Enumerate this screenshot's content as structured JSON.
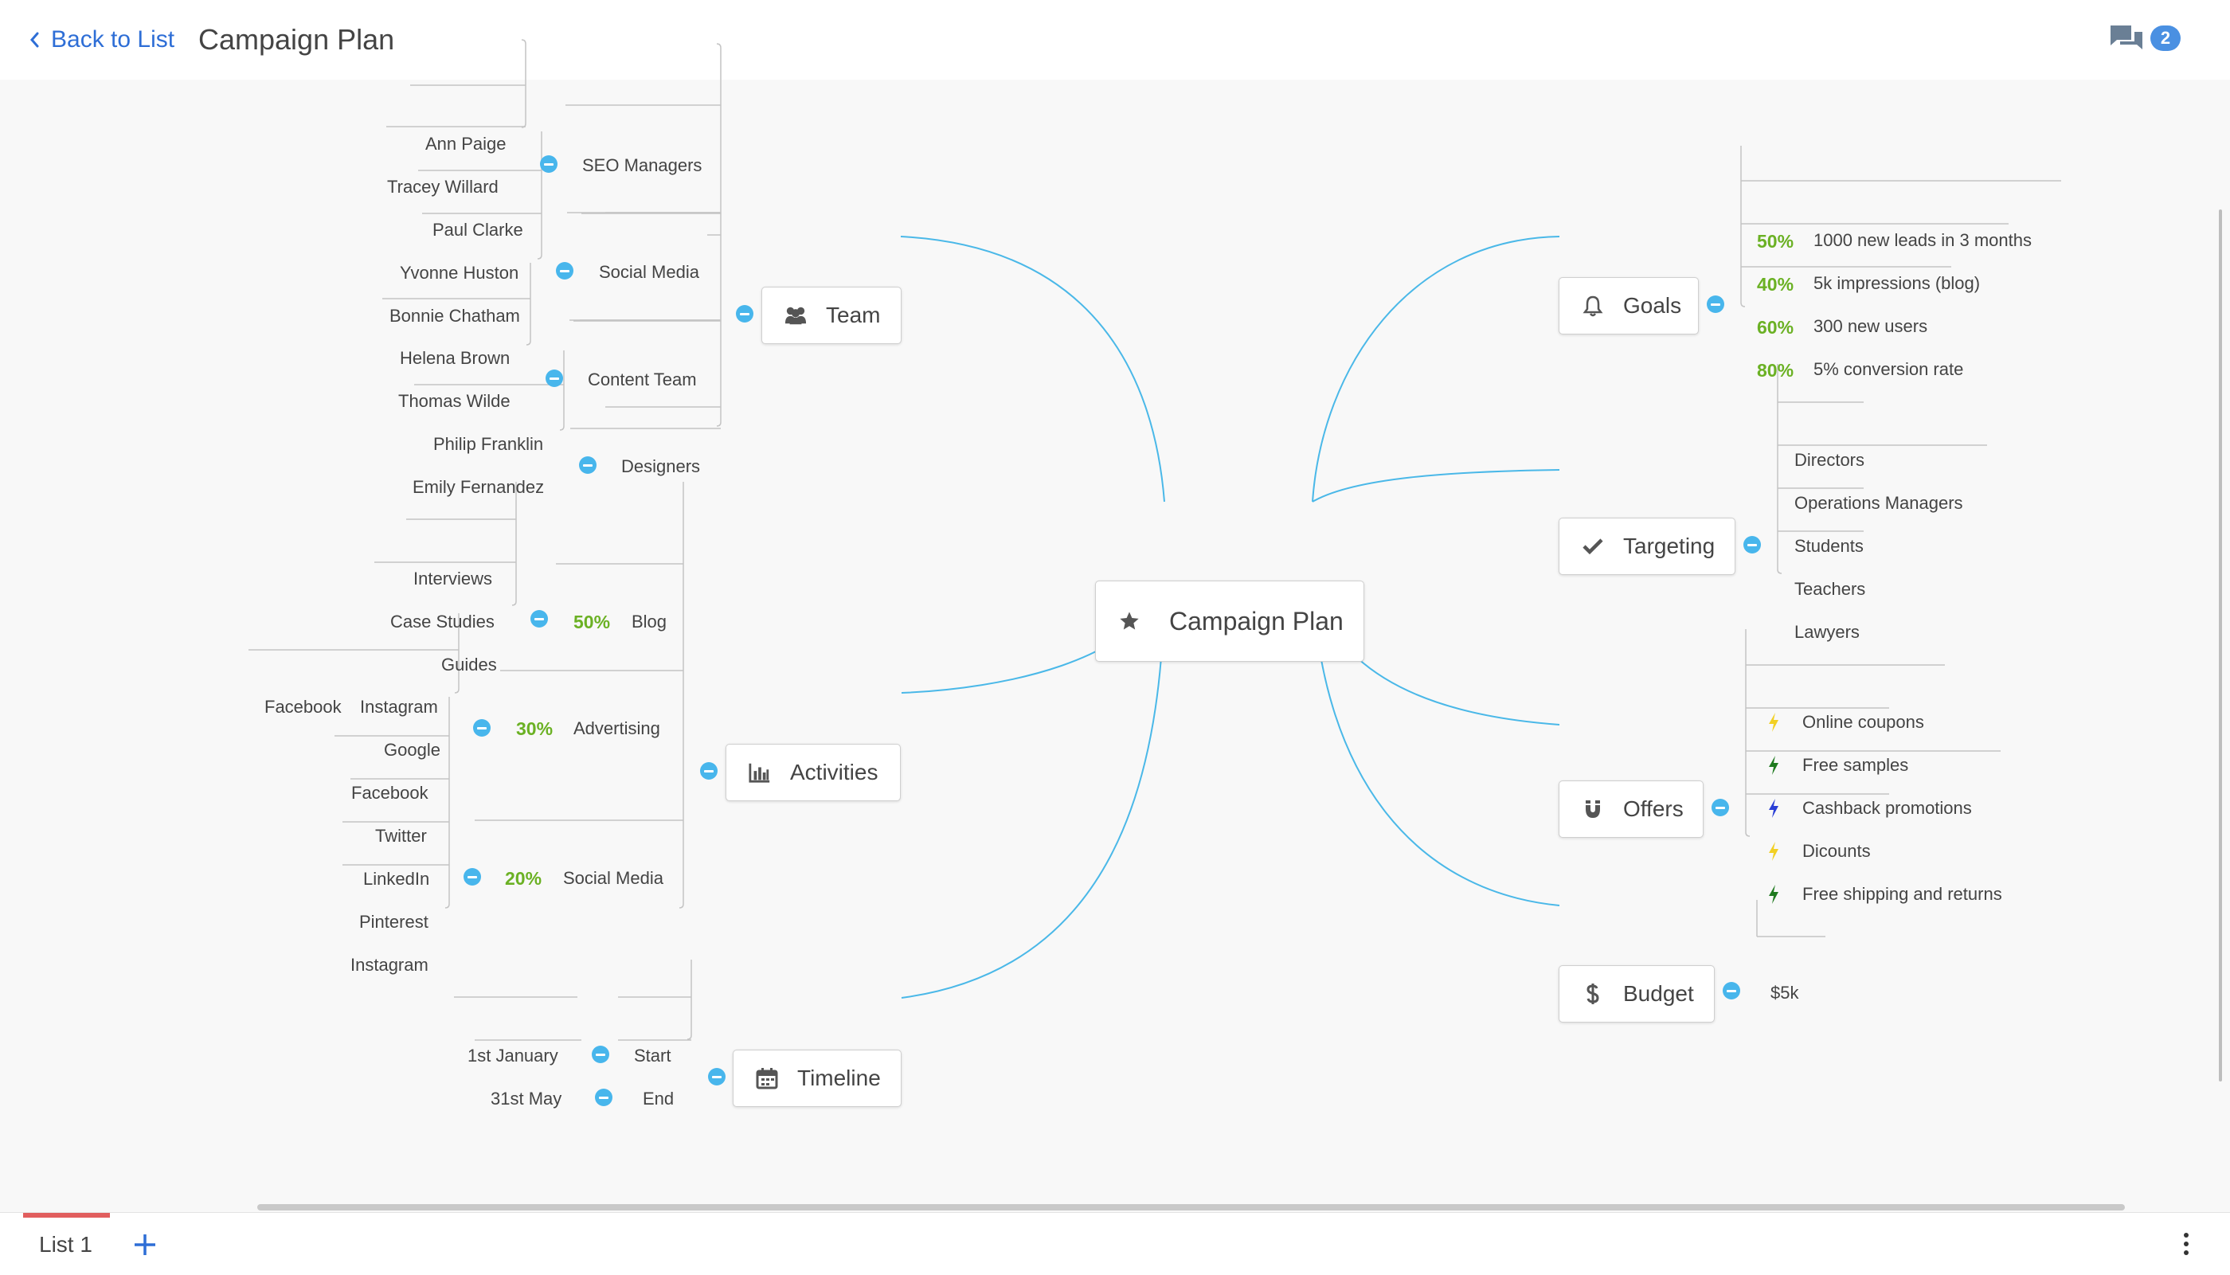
{
  "header": {
    "back_label": "Back to List",
    "title": "Campaign Plan",
    "chat_count": "2"
  },
  "root": {
    "label": "Campaign Plan",
    "icon": "star-icon"
  },
  "team": {
    "label": "Team",
    "icon": "users-icon",
    "groups": {
      "seo": {
        "label": "SEO Managers",
        "members": [
          "Ann Paige",
          "Tracey  Willard"
        ]
      },
      "social": {
        "label": "Social Media",
        "members": [
          "Paul Clarke",
          "Yvonne Huston",
          "Bonnie Chatham"
        ]
      },
      "content": {
        "label": "Content Team",
        "members": [
          "Helena Brown",
          "Thomas Wilde"
        ]
      },
      "designers": {
        "label": "Designers",
        "members": [
          "Philip Franklin",
          "Emily Fernandez"
        ]
      }
    }
  },
  "activities": {
    "label": "Activities",
    "icon": "bar-chart-icon",
    "blog": {
      "percent": "50%",
      "label": "Blog",
      "items": [
        "Interviews",
        "Case Studies",
        "Guides"
      ]
    },
    "advertising": {
      "percent": "30%",
      "label": "Advertising",
      "items": [
        "Facebook",
        "Instagram",
        "Google"
      ]
    },
    "social": {
      "percent": "20%",
      "label": "Social Media",
      "items": [
        "Facebook",
        "Twitter",
        "LinkedIn",
        "Pinterest",
        "Instagram"
      ]
    }
  },
  "timeline": {
    "label": "Timeline",
    "icon": "calendar-icon",
    "start": {
      "label": "Start",
      "value": "1st January"
    },
    "end": {
      "label": "End",
      "value": "31st May"
    }
  },
  "goals": {
    "label": "Goals",
    "icon": "bell-icon",
    "items": [
      {
        "percent": "50%",
        "text": "1000 new leads in 3 months"
      },
      {
        "percent": "40%",
        "text": "5k impressions (blog)"
      },
      {
        "percent": "60%",
        "text": "300 new users"
      },
      {
        "percent": "80%",
        "text": "5% conversion rate"
      }
    ]
  },
  "targeting": {
    "label": "Targeting",
    "icon": "check-icon",
    "items": [
      "Directors",
      "Operations Managers",
      "Students",
      "Teachers",
      "Lawyers"
    ]
  },
  "offers": {
    "label": "Offers",
    "icon": "magnet-icon",
    "items": [
      {
        "text": "Online coupons",
        "icon_color": "#f2d024"
      },
      {
        "text": "Free samples",
        "icon_color": "#1f7a1f"
      },
      {
        "text": "Cashback promotions",
        "icon_color": "#2a3fd6"
      },
      {
        "text": "Dicounts",
        "icon_color": "#f2d024"
      },
      {
        "text": "Free shipping and returns",
        "icon_color": "#1f7a1f"
      }
    ]
  },
  "budget": {
    "label": "Budget",
    "icon": "dollar-icon",
    "value": "$5k"
  },
  "footer": {
    "tab_label": "List 1"
  },
  "colors": {
    "edge": "#4ab8e8",
    "accent": "#2e6ed6",
    "percent": "#6bb124",
    "toggle": "#48b6ec",
    "active_tab": "#e15e5e"
  }
}
